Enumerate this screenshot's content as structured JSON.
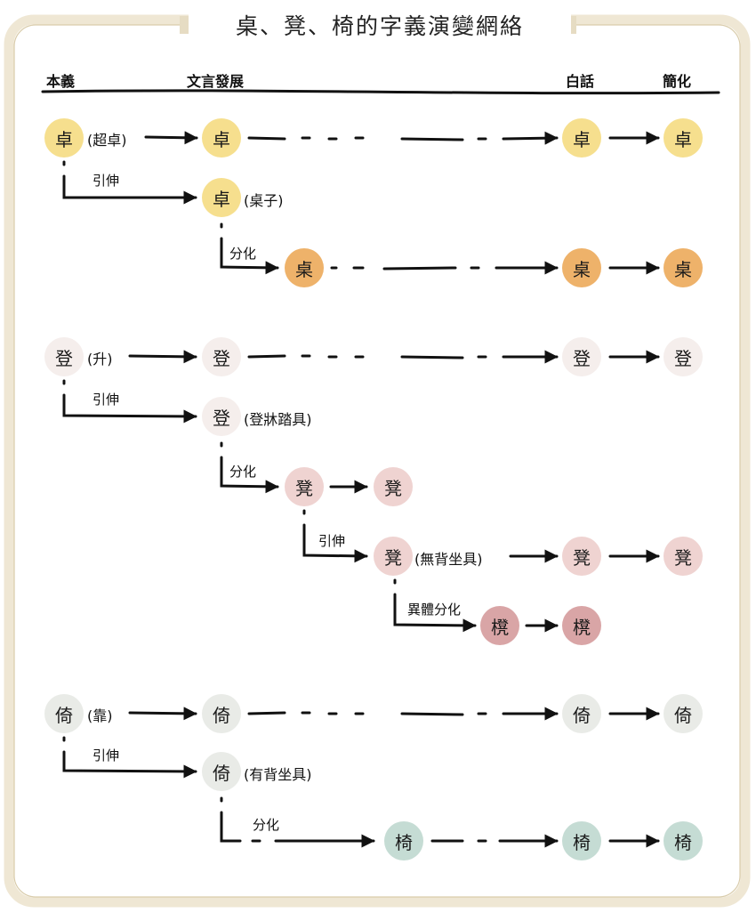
{
  "title": "桌、凳、椅的字義演變網絡",
  "headers": {
    "benyi": "本義",
    "wenyan": "文言發展",
    "baihua": "白話",
    "jianhua": "簡化"
  },
  "colors": {
    "frame": "#efe7d4",
    "frame_stroke": "#d9ccab",
    "zhuo_light": "#f6df8e",
    "zhuo_orange": "#eeb26a",
    "deng_light": "#f5eeec",
    "deng_pink": "#efd3d1",
    "deng_dark": "#d9a5a6",
    "yi_light": "#e9ebe7",
    "yi_green": "#c5dcd4"
  },
  "nodes": {
    "zhuo_orig": "卓",
    "zhuo_wen": "卓",
    "zhuo_bai": "卓",
    "zhuo_jian": "卓",
    "zhuo_ext": "卓",
    "zhuo_tab": "桌",
    "zhuo_tab_bai": "桌",
    "zhuo_tab_jian": "桌",
    "deng_orig": "登",
    "deng_wen": "登",
    "deng_bai": "登",
    "deng_jian": "登",
    "deng_ext": "登",
    "deng_stool1": "凳",
    "deng_stool2": "凳",
    "deng_stool3": "凳",
    "deng_stool_bai": "凳",
    "deng_stool_jian": "凳",
    "deng_var1": "櫈",
    "deng_var2": "櫈",
    "yi_orig": "倚",
    "yi_wen": "倚",
    "yi_bai": "倚",
    "yi_jian": "倚",
    "yi_ext": "倚",
    "yi_chair": "椅",
    "yi_chair_bai": "椅",
    "yi_chair_jian": "椅"
  },
  "glosses": {
    "zhuo_orig": "(超卓)",
    "zhuo_ext": "(桌子)",
    "deng_orig": "(升)",
    "deng_ext": "(登牀踏具)",
    "deng_stool3": "(無背坐具)",
    "yi_orig": "(靠)",
    "yi_ext": "(有背坐具)"
  },
  "edge_labels": {
    "zhuo_yin": "引伸",
    "zhuo_fen": "分化",
    "deng_yin": "引伸",
    "deng_fen": "分化",
    "deng_yin2": "引伸",
    "deng_var": "異體分化",
    "yi_yin": "引伸",
    "yi_fen": "分化"
  }
}
